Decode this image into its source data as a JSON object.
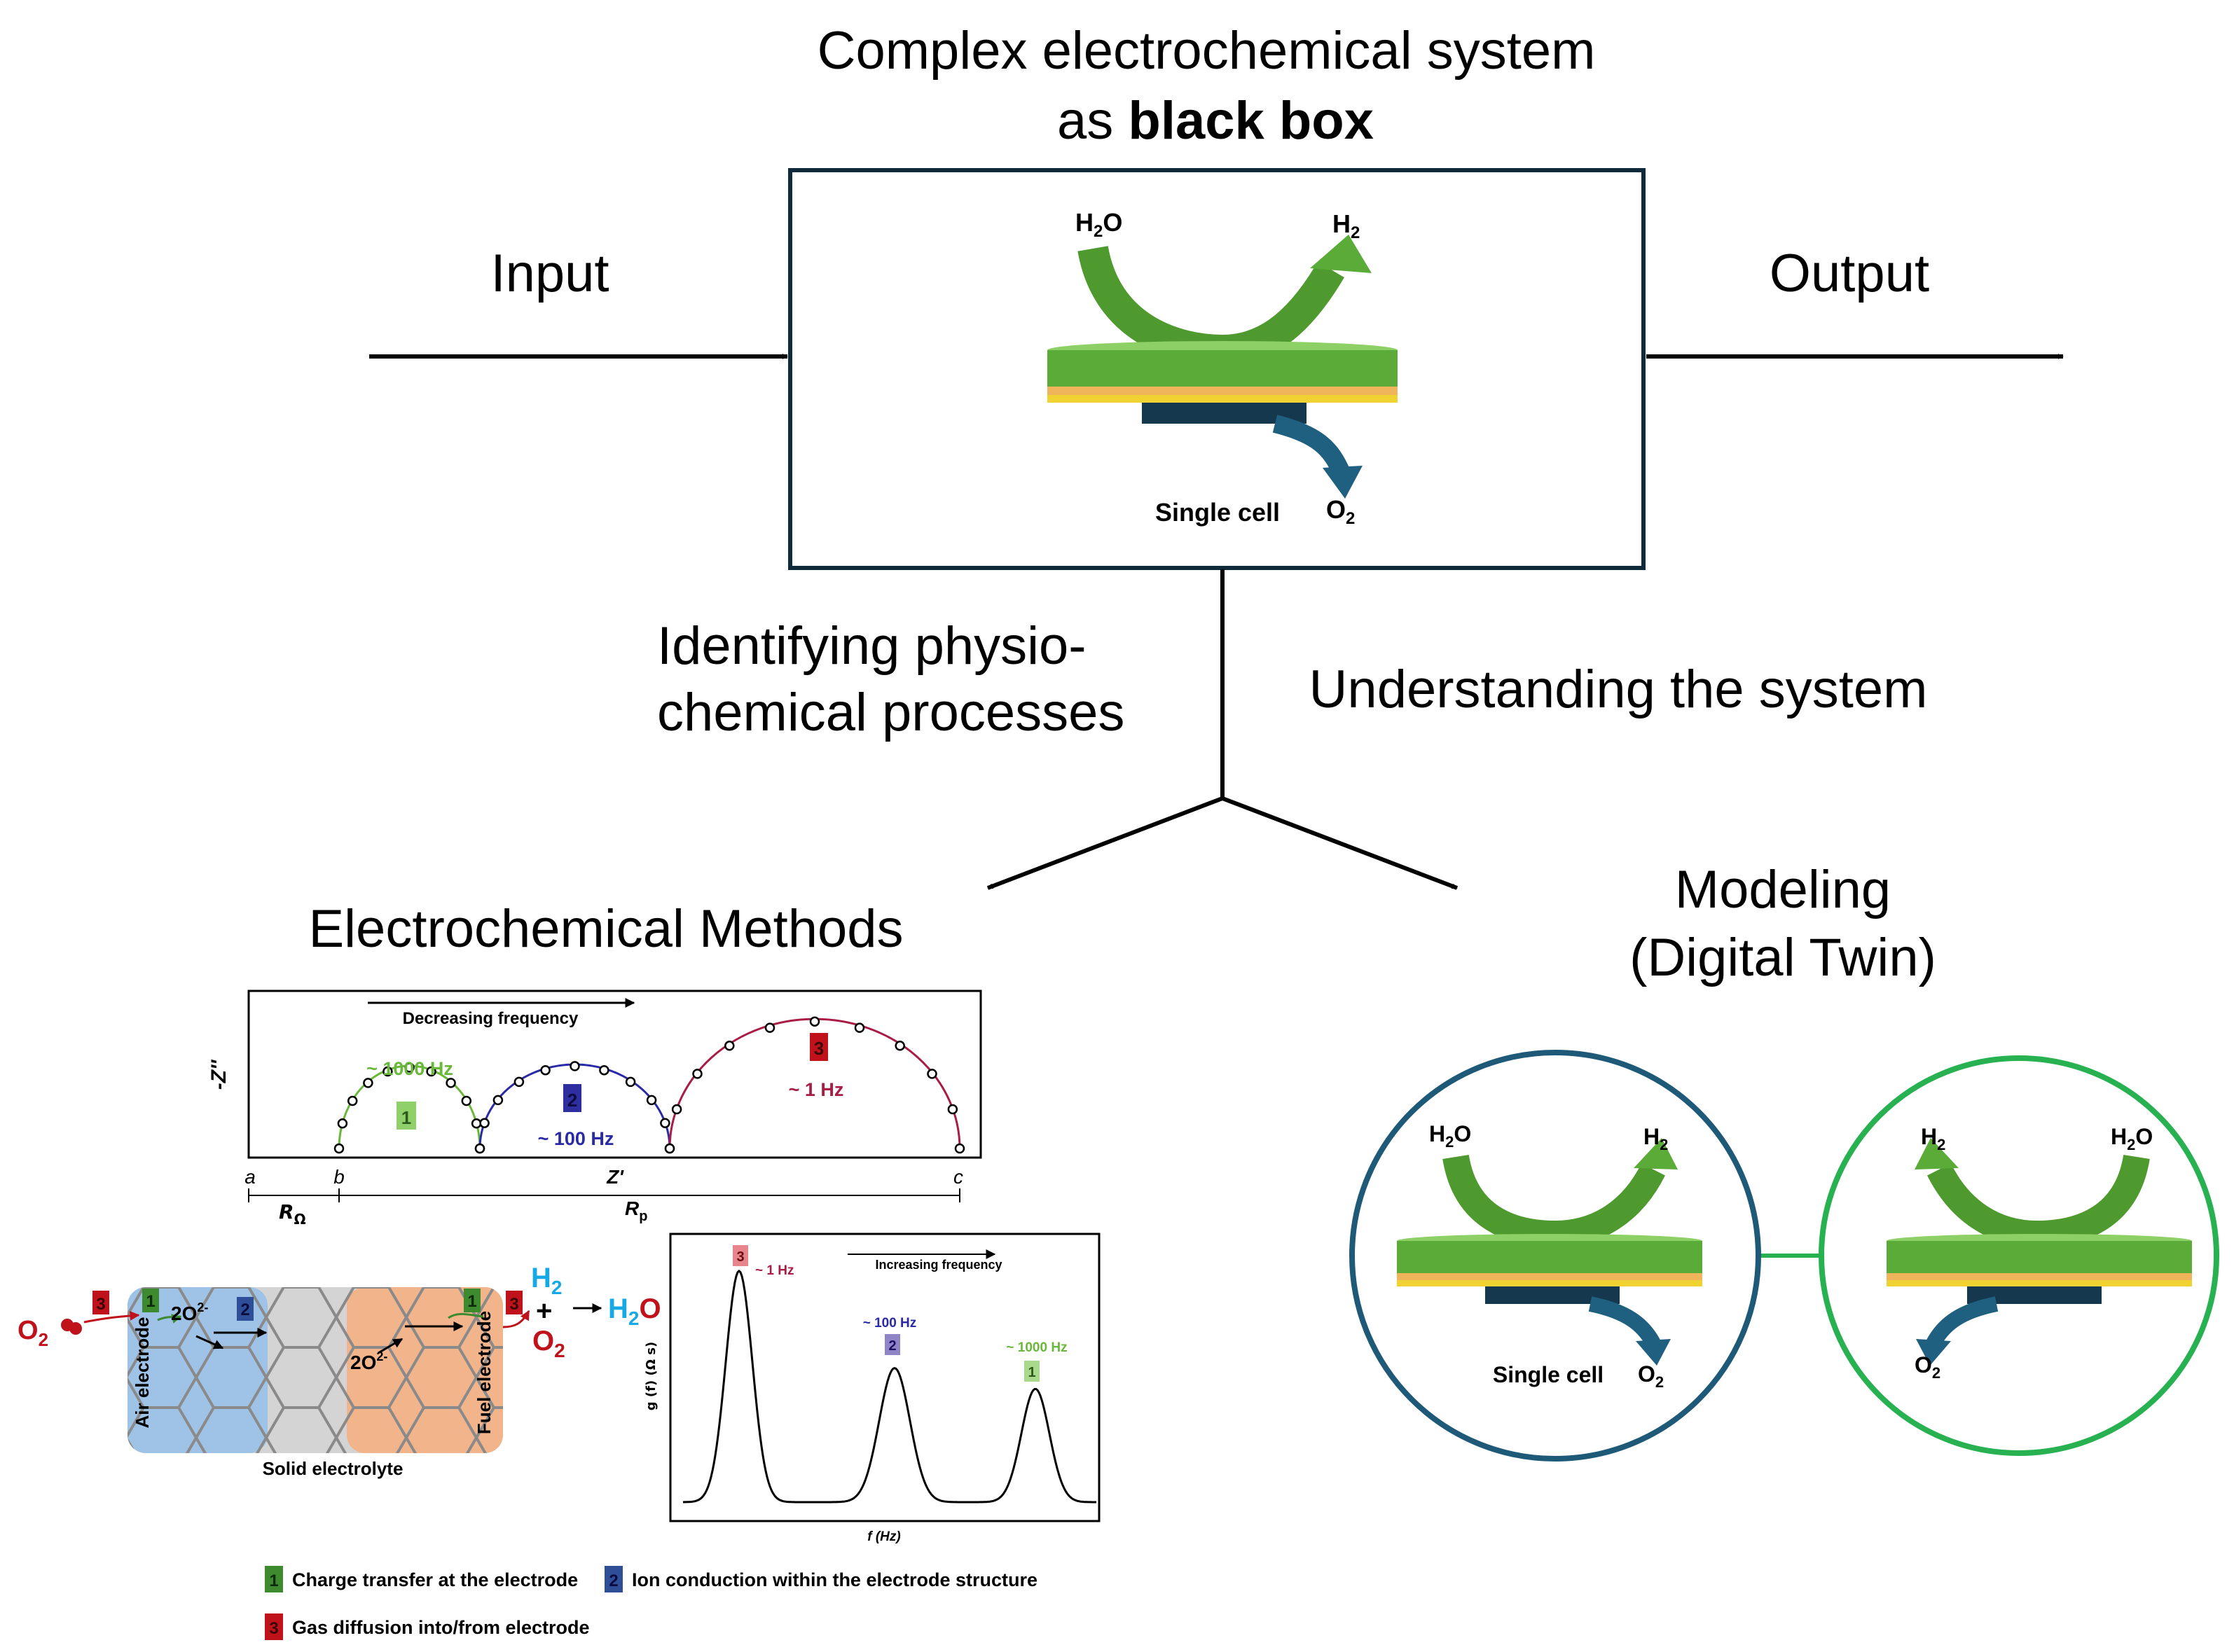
{
  "title": {
    "line1": "Complex electrochemical system",
    "line2_prefix": "as ",
    "line2_bold": "black box"
  },
  "input_label": "Input",
  "output_label": "Output",
  "branch_left": {
    "line1": "Identifying physio-",
    "line2": "chemical processes"
  },
  "branch_right": "Understanding the system",
  "methods_title": "Electrochemical Methods",
  "modeling_title": {
    "line1": "Modeling",
    "line2": "(Digital Twin)"
  },
  "cell": {
    "h2o": "H",
    "h2o_sub": "2",
    "h2o_o": "O",
    "h2": "H",
    "h2_sub": "2",
    "o2": "O",
    "o2_sub": "2",
    "caption": "Single cell"
  },
  "colors": {
    "cell_green": "#5aab38",
    "arrow_green": "#4f9a2f",
    "arrow_dark_green": "#3c7d23",
    "electrolyte_yellow": "#f0d232",
    "oxygen_dark": "#16384e",
    "o2_arrow": "#1f5f80",
    "circle_blue": "#1e5a78",
    "circle_green": "#28b150",
    "process1": "#3e8a2e",
    "process2": "#2e4f97",
    "process3": "#c0121b",
    "arc1": "#6ab839",
    "arc2": "#2a2aa6",
    "arc3": "#a81c45",
    "air_blue": "#9ec3e6",
    "fuel_orange": "#f2b48a",
    "electrolyte_grey": "#d4d4d4"
  },
  "nyquist": {
    "header": "Decreasing frequency",
    "ylabel": "-Z''",
    "xlabel": "Z'",
    "tick_a": "a",
    "tick_b": "b",
    "tick_c": "c",
    "r_ohm": "R",
    "r_ohm_sub": "Ω",
    "r_p": "R",
    "r_p_sub": "p",
    "arc1_label": "~ 1000 Hz",
    "arc1_num": "1",
    "arc2_label": "~ 100 Hz",
    "arc2_num": "2",
    "arc3_label": "~ 1 Hz",
    "arc3_num": "3"
  },
  "drt": {
    "header": "Increasing frequency",
    "ylabel": "g (f) (Ω s)",
    "xlabel": "f (Hz)",
    "peak1_label": "~ 1 Hz",
    "peak1_num": "3",
    "peak2_label": "~ 100 Hz",
    "peak2_num": "2",
    "peak3_label": "~ 1000 Hz",
    "peak3_num": "1"
  },
  "chart_data": {
    "type": "line",
    "x_label": "f (Hz)",
    "y_label": "g (f) (Ω s)",
    "series": [
      {
        "name": "",
        "peaks": [
          {
            "label": "~ 1 Hz",
            "process": "3",
            "relative_height": 1.0
          },
          {
            "label": "~ 100 Hz",
            "process": "2",
            "relative_height": 0.58
          },
          {
            "label": "~ 1000 Hz",
            "process": "1",
            "relative_height": 0.49
          }
        ]
      }
    ]
  },
  "soc": {
    "o2_left": "O",
    "o2_left_sub": "2",
    "air_electrode": "Air electrode",
    "fuel_electrode": "Fuel electrode",
    "solid_electrolyte": "Solid electrolyte",
    "ion1": "2O",
    "ion1_sup": "2-",
    "ion2": "2O",
    "ion2_sup": "2-",
    "h2": "H",
    "h2_sub": "2",
    "plus": "+",
    "o2_right": "O",
    "o2_right_sub": "2",
    "h2o": "H",
    "h2o_sub": "2",
    "h2o_o": "O",
    "num1": "1",
    "num2": "2",
    "num3": "3"
  },
  "legend": {
    "item1_num": "1",
    "item1": "Charge transfer at the electrode",
    "item2_num": "2",
    "item2": "Ion conduction within the electrode structure",
    "item3_num": "3",
    "item3": "Gas diffusion into/from electrode"
  }
}
